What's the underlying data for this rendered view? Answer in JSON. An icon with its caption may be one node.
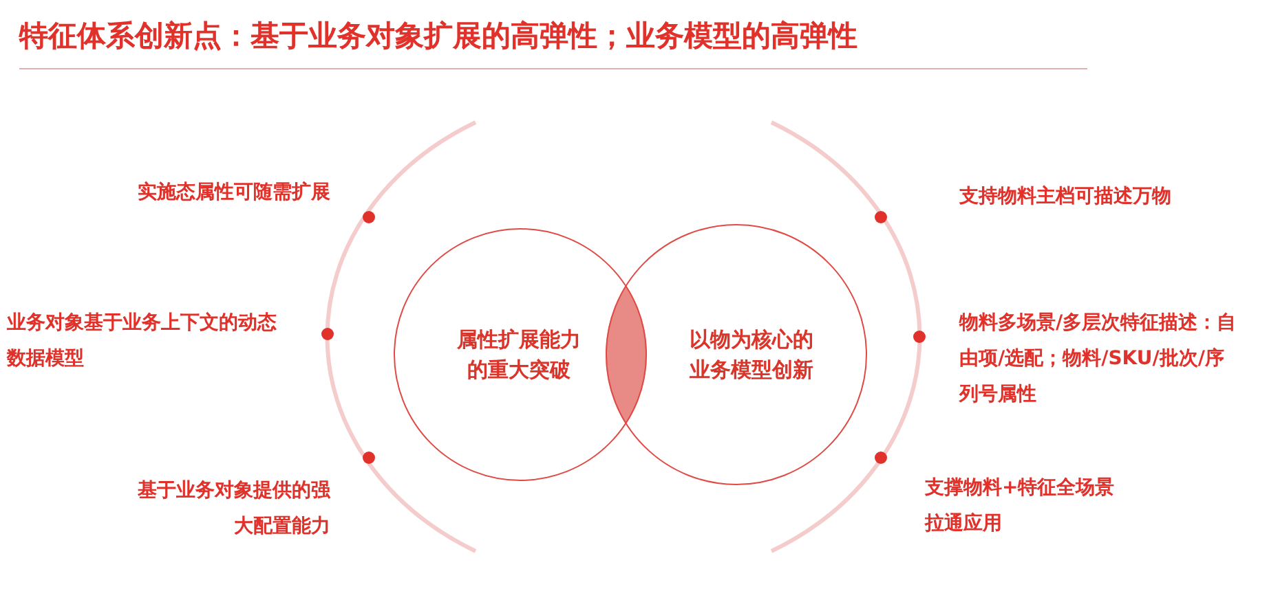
{
  "diagram": {
    "title": "特征体系创新点：基于业务对象扩展的高弹性；业务模型的高弹性",
    "nodes": [
      {
        "text": [
          "属性扩展能力的重大突破"
        ]
      },
      {
        "text": [
          "以物为核心的业务模型创新"
        ]
      }
    ],
    "labels": [
      "实施态属性可随需扩展",
      "支持物料主档可描述万物",
      "业务对象基于业务上下文的动态数据模型",
      "物料多场景/多层次特征描述：自由项/选配；物料/SKU/批次/序列号属性",
      "基于业务对象提供的强大配置能力",
      "支撑物料+特征全场景拉通应用"
    ]
  }
}
